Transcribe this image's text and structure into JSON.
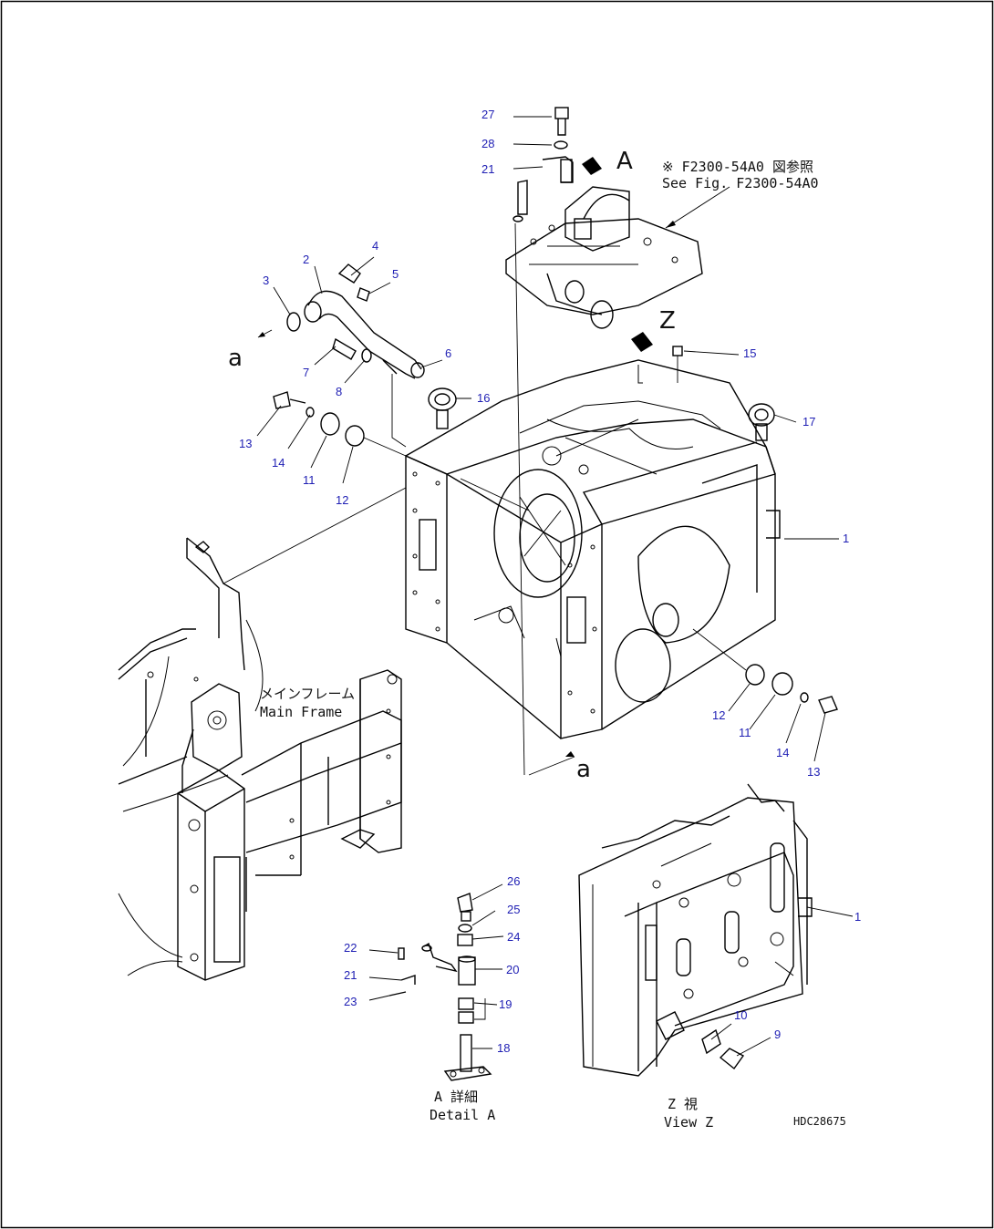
{
  "callouts": [
    {
      "id": "27",
      "label": "27"
    },
    {
      "id": "28",
      "label": "28"
    },
    {
      "id": "21a",
      "label": "21"
    },
    {
      "id": "4",
      "label": "4"
    },
    {
      "id": "2",
      "label": "2"
    },
    {
      "id": "5",
      "label": "5"
    },
    {
      "id": "3",
      "label": "3"
    },
    {
      "id": "6",
      "label": "6"
    },
    {
      "id": "7",
      "label": "7"
    },
    {
      "id": "8",
      "label": "8"
    },
    {
      "id": "15",
      "label": "15"
    },
    {
      "id": "16",
      "label": "16"
    },
    {
      "id": "17",
      "label": "17"
    },
    {
      "id": "13a",
      "label": "13"
    },
    {
      "id": "14a",
      "label": "14"
    },
    {
      "id": "11a",
      "label": "11"
    },
    {
      "id": "12a",
      "label": "12"
    },
    {
      "id": "1a",
      "label": "1"
    },
    {
      "id": "12b",
      "label": "12"
    },
    {
      "id": "11b",
      "label": "11"
    },
    {
      "id": "14b",
      "label": "14"
    },
    {
      "id": "13b",
      "label": "13"
    },
    {
      "id": "26",
      "label": "26"
    },
    {
      "id": "25",
      "label": "25"
    },
    {
      "id": "24",
      "label": "24"
    },
    {
      "id": "22",
      "label": "22"
    },
    {
      "id": "20",
      "label": "20"
    },
    {
      "id": "21b",
      "label": "21"
    },
    {
      "id": "23",
      "label": "23"
    },
    {
      "id": "19",
      "label": "19"
    },
    {
      "id": "18",
      "label": "18"
    },
    {
      "id": "1b",
      "label": "1"
    },
    {
      "id": "10",
      "label": "10"
    },
    {
      "id": "9",
      "label": "9"
    }
  ],
  "labels": {
    "arrow_a_top": "A",
    "arrow_z": "Z",
    "section_a_upper": "a",
    "section_a_lower": "a",
    "see_fig_jp": "※ F2300-54A0 図参照",
    "see_fig_en": "See Fig. F2300-54A0",
    "main_frame_jp": "メインフレーム",
    "main_frame_en": "Main Frame",
    "detail_a_jp": "A 詳細",
    "detail_a_en": "Detail A",
    "view_z_jp": "Z 視",
    "view_z_en": "View Z",
    "drawing_code": "HDC28675"
  }
}
